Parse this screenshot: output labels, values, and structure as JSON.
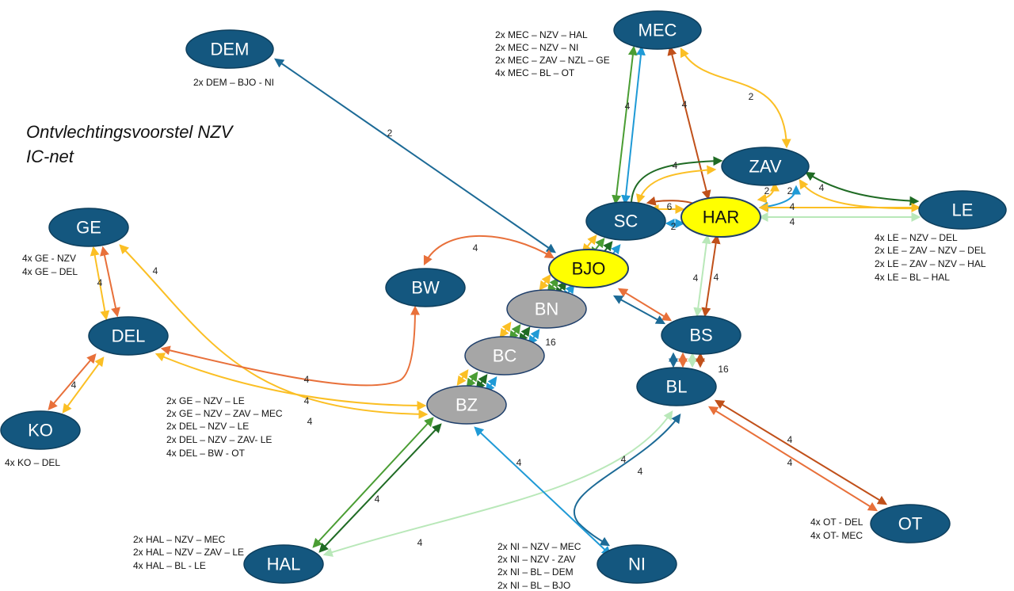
{
  "title": {
    "lines": [
      "Ontvlechtingsvoorstel NZV",
      "IC-net"
    ]
  },
  "colors": {
    "node_dark": "#14577f",
    "node_yellow": "#ffff00",
    "node_gray": "#a6a6a6",
    "orange": "#e8703a",
    "dark_orange": "#c0501a",
    "yellow": "#fbbf24",
    "green": "#4a9d33",
    "dark_green": "#1f6b24",
    "blue": "#1f9ad6",
    "dark_blue": "#1c6a96",
    "light_green": "#b9e8b9"
  },
  "nodes": [
    {
      "id": "DEM",
      "label": "DEM",
      "style": "dark"
    },
    {
      "id": "MEC",
      "label": "MEC",
      "style": "dark"
    },
    {
      "id": "ZAV",
      "label": "ZAV",
      "style": "dark"
    },
    {
      "id": "LE",
      "label": "LE",
      "style": "dark"
    },
    {
      "id": "HAR",
      "label": "HAR",
      "style": "yellow"
    },
    {
      "id": "SC",
      "label": "SC",
      "style": "dark"
    },
    {
      "id": "BJO",
      "label": "BJO",
      "style": "yellow"
    },
    {
      "id": "GE",
      "label": "GE",
      "style": "dark"
    },
    {
      "id": "BW",
      "label": "BW",
      "style": "dark"
    },
    {
      "id": "BN",
      "label": "BN",
      "style": "gray"
    },
    {
      "id": "DEL",
      "label": "DEL",
      "style": "dark"
    },
    {
      "id": "BC",
      "label": "BC",
      "style": "gray"
    },
    {
      "id": "BS",
      "label": "BS",
      "style": "dark"
    },
    {
      "id": "BL",
      "label": "BL",
      "style": "dark"
    },
    {
      "id": "BZ",
      "label": "BZ",
      "style": "gray"
    },
    {
      "id": "KO",
      "label": "KO",
      "style": "dark"
    },
    {
      "id": "OT",
      "label": "OT",
      "style": "dark"
    },
    {
      "id": "HAL",
      "label": "HAL",
      "style": "dark"
    },
    {
      "id": "NI",
      "label": "NI",
      "style": "dark"
    }
  ],
  "edge_labels": {
    "dem_bjo": "2",
    "mec_sc": "4",
    "mec_har": "4",
    "mec_zav": "2",
    "sc_zav": "4",
    "sc_har_top": "6",
    "sc_har_bottom": "2",
    "zav_har_a": "2",
    "zav_har_b": "2",
    "zav_le": "4",
    "har_le_top": "4",
    "har_le_bottom": "4",
    "bw_bjo": "4",
    "ge_del": "4",
    "ge_bz": "4",
    "har_bs_left": "4",
    "har_bs_right": "4",
    "corridor": "16",
    "bs_bl": "16",
    "del_bw": "4",
    "del_bz": "4",
    "ge_bz_low": "4",
    "del_ko": "4",
    "bl_ot_top": "4",
    "bl_ot_bottom": "4",
    "bl_hal": "4",
    "bl_ni": "4",
    "bz_ni": "4",
    "bz_hal": "4",
    "hal_bl_low": "4"
  },
  "notes": {
    "dem": [
      "2x DEM – BJO - NI"
    ],
    "mec": [
      "2x MEC – NZV – HAL",
      "2x MEC – NZV – NI",
      "2x MEC – ZAV – NZL – GE",
      "4x MEC – BL – OT"
    ],
    "le": [
      "4x LE – NZV – DEL",
      "2x LE – ZAV – NZV – DEL",
      "2x LE – ZAV – NZV – HAL",
      "4x LE – BL – HAL"
    ],
    "ge": [
      "4x GE - NZV",
      "4x GE – DEL"
    ],
    "del": [
      "2x GE – NZV – LE",
      "2x GE – NZV – ZAV – MEC",
      "2x DEL – NZV – LE",
      "2x DEL – NZV – ZAV- LE",
      "4x DEL – BW - OT"
    ],
    "ko": [
      "4x KO – DEL"
    ],
    "ot": [
      "4x OT - DEL",
      "4x OT- MEC"
    ],
    "hal": [
      "2x HAL – NZV – MEC",
      "2x HAL – NZV – ZAV – LE",
      "4x HAL – BL - LE"
    ],
    "ni": [
      "2x NI – NZV – MEC",
      "2x NI – NZV - ZAV",
      "2x NI – BL – DEM",
      "2x NI – BL – BJO"
    ]
  }
}
